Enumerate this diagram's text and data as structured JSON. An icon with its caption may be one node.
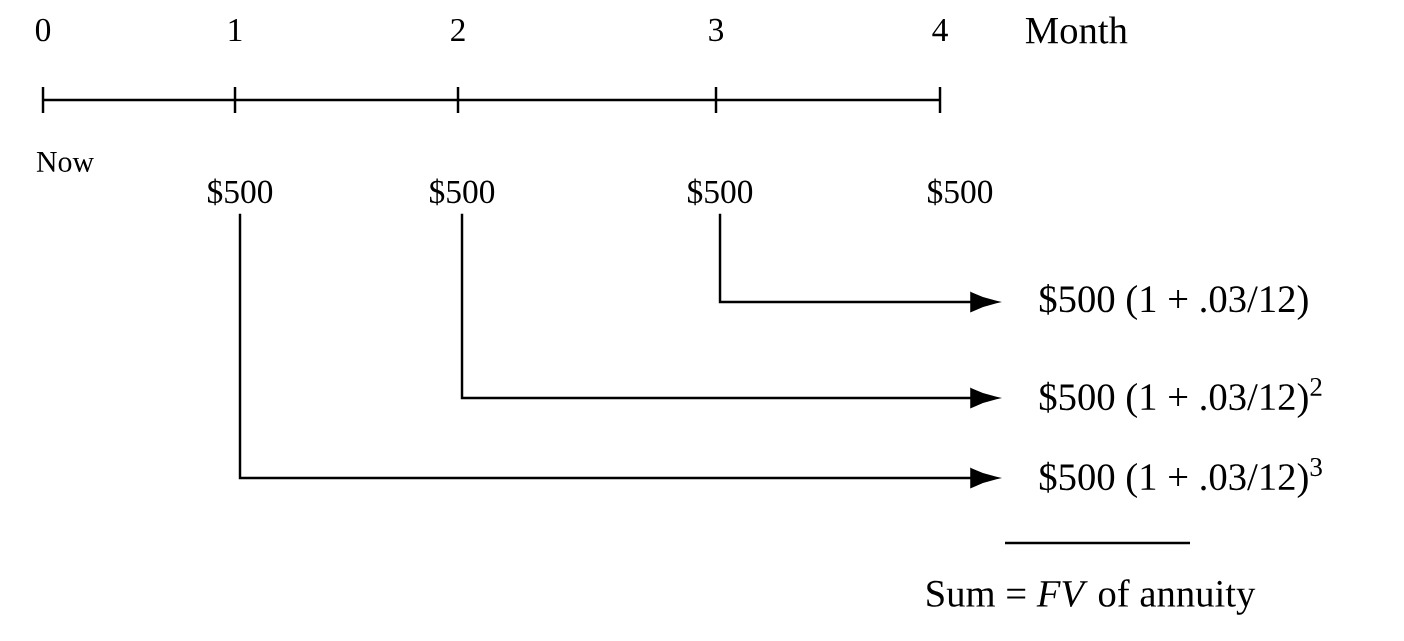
{
  "diagram": {
    "nodes": [
      {
        "text": [
          "$500"
        ]
      },
      {
        "text": [
          "$500"
        ]
      },
      {
        "text": [
          "$500"
        ]
      },
      {
        "text": [
          "$500"
        ]
      },
      {
        "text": [
          "$500 (1 + .03/12)"
        ]
      },
      {
        "text": [
          "$500 (1 + .03/12)$^{2}$"
        ]
      },
      {
        "text": [
          "$500 (1 + .03/12)$^{3}$"
        ]
      }
    ],
    "edges": [
      {
        "from": 2,
        "to": 4,
        "arrow": "to"
      },
      {
        "from": 1,
        "to": 5,
        "arrow": "to"
      },
      {
        "from": 0,
        "to": 6,
        "arrow": "to"
      }
    ],
    "labels": [
      "0",
      "1",
      "2",
      "3",
      "4",
      "Month",
      "Now",
      "Sum = *FV* of annuity"
    ]
  }
}
